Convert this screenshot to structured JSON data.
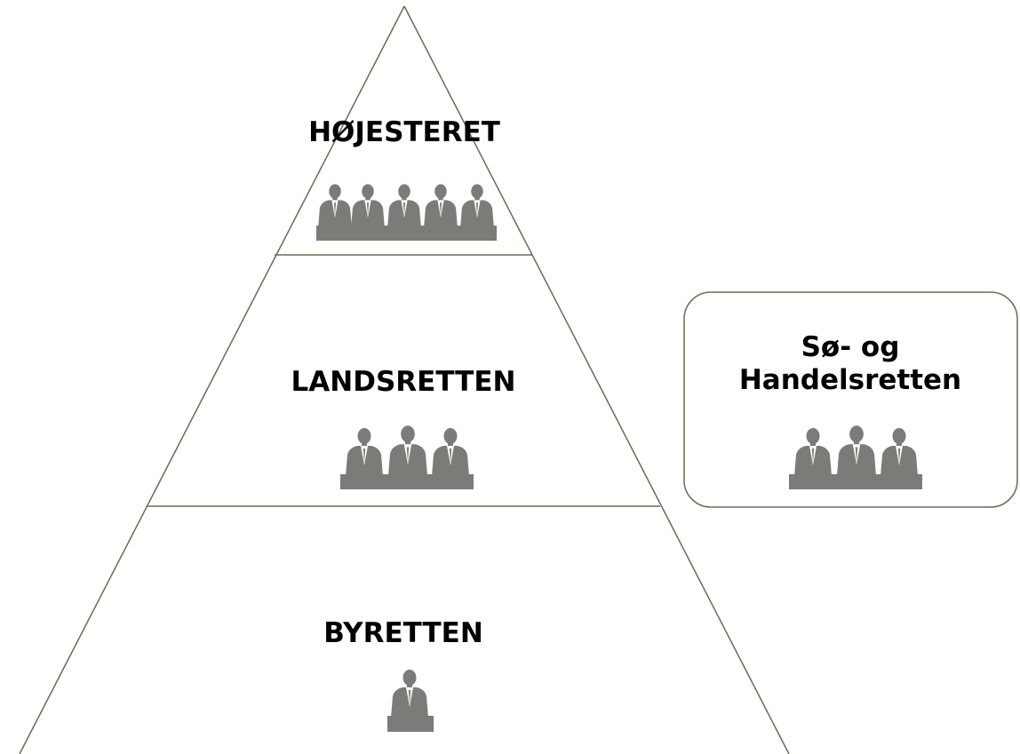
{
  "colors": {
    "outline": "#6b6a55",
    "silhouette": "#7b7b77",
    "text": "#000000",
    "background": "#ffffff"
  },
  "pyramid": {
    "tiers": [
      {
        "label": "HØJESTERET",
        "judges": 5,
        "icon": "panel-of-judges-icon"
      },
      {
        "label": "LANDSRETTEN",
        "judges": 3,
        "icon": "panel-of-judges-icon"
      },
      {
        "label": "BYRETTEN",
        "judges": 1,
        "icon": "single-judge-icon"
      }
    ]
  },
  "side_court": {
    "label_line1": "Sø- og",
    "label_line2": "Handelsretten",
    "judges": 3,
    "icon": "panel-of-judges-icon"
  }
}
